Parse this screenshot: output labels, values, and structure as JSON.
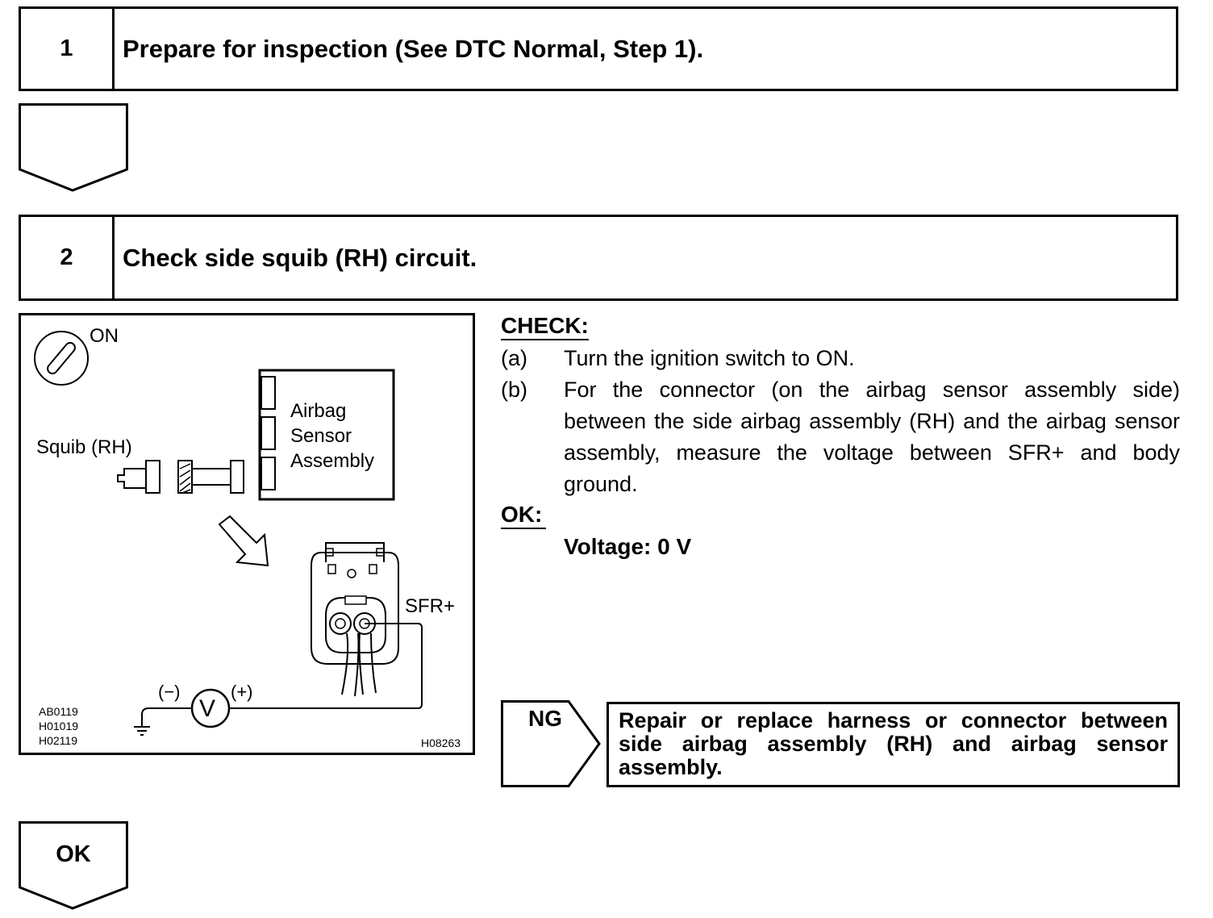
{
  "steps": [
    {
      "number": "1",
      "title": "Prepare for inspection (See DTC Normal, Step 1)."
    },
    {
      "number": "2",
      "title": "Check side squib (RH) circuit."
    }
  ],
  "figure": {
    "ignition_label": "ON",
    "squib_label": "Squib (RH)",
    "sensor_label_lines": [
      "Airbag",
      "Sensor",
      "Assembly"
    ],
    "terminal_label": "SFR+",
    "voltmeter_symbol": "V",
    "negative_label": "(−)",
    "positive_label": "(+)",
    "ref_codes": [
      "AB0119",
      "H01019",
      "H02119"
    ],
    "figure_code": "H08263"
  },
  "check": {
    "heading": "CHECK:",
    "items": [
      {
        "label": "(a)",
        "text": "Turn the ignition switch to ON."
      },
      {
        "label": "(b)",
        "text": "For the connector (on the airbag sensor assembly side) between the side airbag assembly (RH) and the airbag sensor assembly, measure the voltage between SFR+ and body ground."
      }
    ]
  },
  "ok": {
    "heading": "OK:",
    "spec": "Voltage: 0 V"
  },
  "ng": {
    "label": "NG",
    "action": "Repair or replace harness or connector between side airbag assembly (RH) and airbag sensor assembly."
  },
  "final_arrow_label": "OK"
}
